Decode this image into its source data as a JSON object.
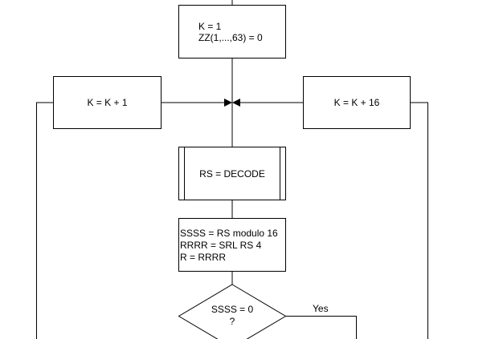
{
  "nodes": {
    "init": {
      "line1": "K = 1",
      "line2": "ZZ(1,...,63) = 0"
    },
    "incr1": {
      "label": "K = K + 1"
    },
    "incr16": {
      "label": "K = K + 16"
    },
    "decode": {
      "label": "RS = DECODE"
    },
    "compute": {
      "line1": "SSSS = RS modulo 16",
      "line2": "RRRR = SRL RS 4",
      "line3": "R = RRRR"
    },
    "decision": {
      "line1": "SSSS = 0",
      "line2": "?",
      "yes_label": "Yes"
    }
  }
}
